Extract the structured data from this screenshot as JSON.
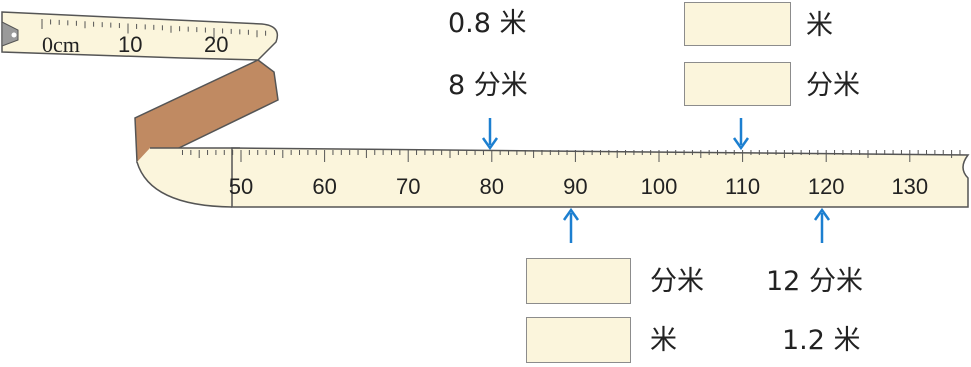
{
  "tape": {
    "start_label": "0cm",
    "top_ticks": [
      "10",
      "20"
    ],
    "bottom_ticks": [
      "50",
      "60",
      "70",
      "80",
      "90",
      "100",
      "110",
      "120",
      "130"
    ]
  },
  "labels": {
    "top_left_meter": "0.8 米",
    "top_left_dm": "8 分米",
    "top_right_meter_unit": "米",
    "top_right_dm_unit": "分米",
    "bottom_left_dm_unit": "分米",
    "bottom_left_meter_unit": "米",
    "bottom_right_dm": "12 分米",
    "bottom_right_meter": "1.2 米"
  },
  "colors": {
    "tape": "#fbf5dc",
    "tape_back": "#c08a62",
    "arrow": "#1c7fd0",
    "box_fill": "#fbf5dc"
  }
}
